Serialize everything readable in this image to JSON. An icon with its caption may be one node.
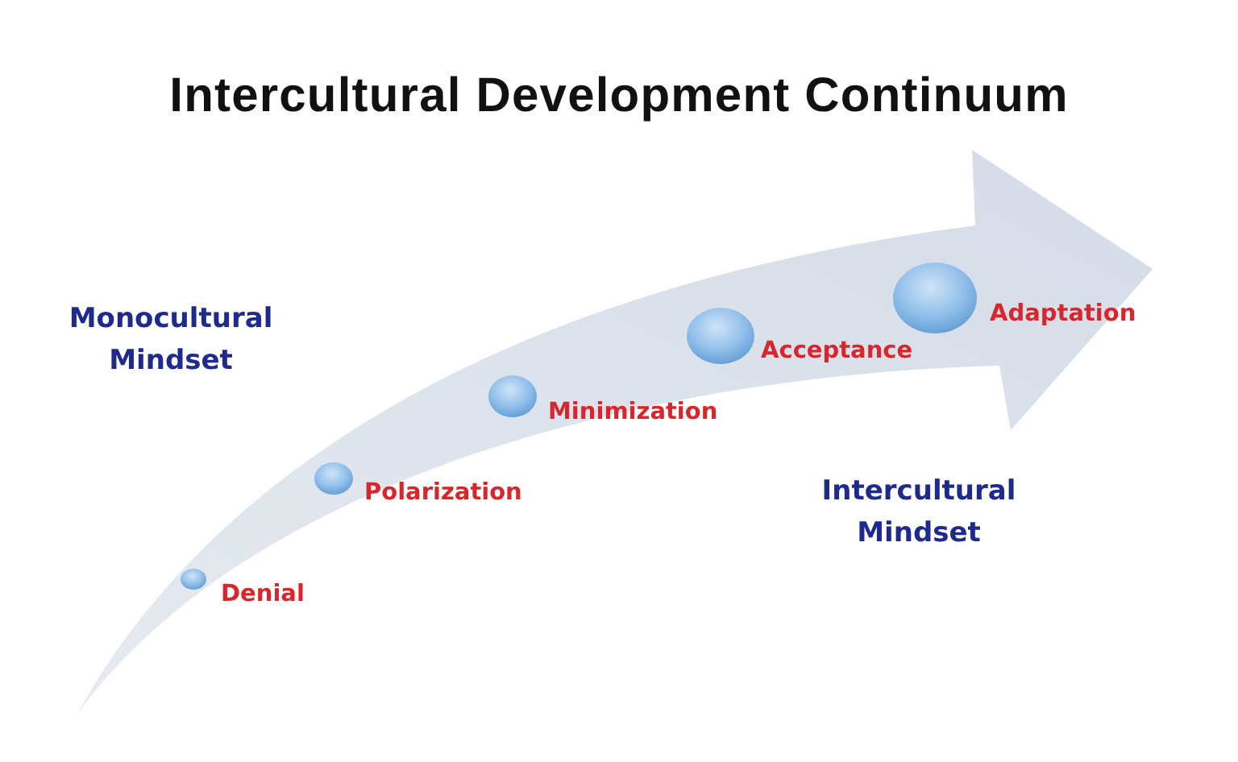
{
  "diagram": {
    "title": "Intercultural Development Continuum",
    "nodes": [
      {
        "text": [],
        "shape": "circle",
        "beside": [
          "Denial"
        ]
      },
      {
        "text": [],
        "shape": "circle",
        "beside": [
          "Polarization"
        ]
      },
      {
        "text": [],
        "shape": "circle",
        "beside": [
          "Minimization"
        ]
      },
      {
        "text": [],
        "shape": "circle",
        "beside": [
          "Acceptance"
        ]
      },
      {
        "text": [],
        "shape": "circle",
        "beside": [
          "Adaptation"
        ]
      }
    ],
    "labels": [
      "Monocultural Mindset",
      "Intercultural Mindset"
    ]
  }
}
